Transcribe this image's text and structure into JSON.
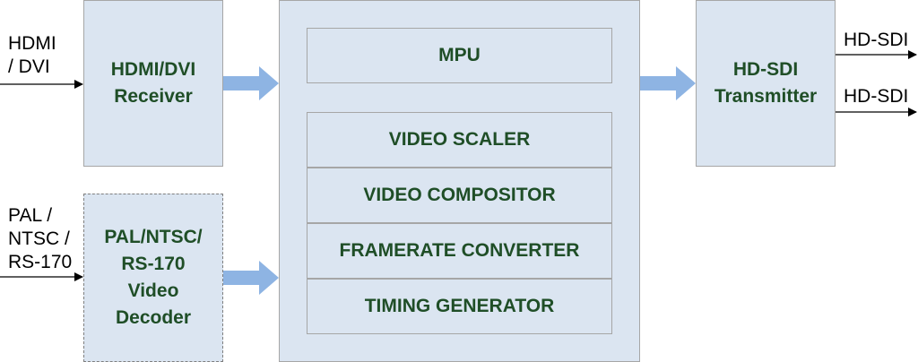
{
  "inputs": {
    "hdmi": [
      "HDMI",
      "/ DVI"
    ],
    "analog": [
      "PAL /",
      "NTSC /",
      "RS-170"
    ]
  },
  "blocks": {
    "hdmi_receiver": [
      "HDMI/DVI",
      "Receiver"
    ],
    "video_decoder": [
      "PAL/NTSC/",
      "RS-170",
      "Video",
      "Decoder"
    ],
    "mpu": "MPU",
    "video_scaler": "VIDEO SCALER",
    "video_compositor": "VIDEO COMPOSITOR",
    "framerate_converter": "FRAMERATE CONVERTER",
    "timing_generator": "TIMING GENERATOR",
    "hdsdi_transmitter": [
      "HD-SDI",
      "Transmitter"
    ]
  },
  "outputs": [
    "HD-SDI",
    "HD-SDI"
  ],
  "colors": {
    "block_fill": "#dbe5f1",
    "block_text": "#1f4e27",
    "arrow_fill": "#8eb4e3",
    "border": "#a6a6a6"
  }
}
